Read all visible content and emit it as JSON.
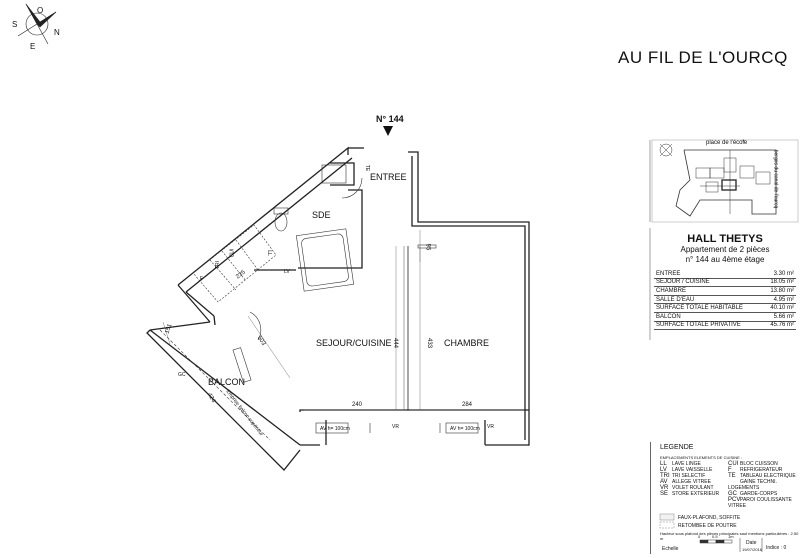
{
  "project_title": "AU FIL DE L'OURCQ",
  "unit_marker": "N° 144",
  "compass": {
    "n": "N",
    "s": "S",
    "e": "E",
    "o": "O"
  },
  "rooms": {
    "entree": "ENTREE",
    "sde": "SDE",
    "sejour": "SEJOUR/CUISINE",
    "chambre": "CHAMBRE",
    "balcon": "BALCON"
  },
  "fixtures": {
    "te": "TE",
    "ll": "LL",
    "lv": "LV",
    "f": "F",
    "tri": "TRI",
    "cui": "CUI",
    "gc": "GC",
    "av1": "AV h= 100cm",
    "av2": "AV h= 100cm",
    "vr1": "VR",
    "vr2": "VR",
    "balcon_note": "Emprise balcon supérieur"
  },
  "dimensions": {
    "d240": "240",
    "d284": "284",
    "d444": "444",
    "d433": "433",
    "d503": "503",
    "d151": "151",
    "d235": "235",
    "d95": "95",
    "d424": "424"
  },
  "keyplan": {
    "street_top": "place de l'école",
    "street_right": "berges du canal de l'ourcq"
  },
  "hall": {
    "name": "HALL THETYS",
    "type": "Appartement de 2 pièces",
    "floor": "n° 144 au 4ème étage"
  },
  "areas": [
    {
      "label": "ENTREE",
      "value": "3.30 m²",
      "sep": false
    },
    {
      "label": "SEJOUR / CUISINE",
      "value": "18.05 m²",
      "sep": false
    },
    {
      "label": "CHAMBRE",
      "value": "13.80 m²",
      "sep": false
    },
    {
      "label": "SALLE D'EAU",
      "value": "4.95 m²",
      "sep": false
    },
    {
      "label": "SURFACE TOTALE HABITABLE",
      "value": "40.10 m²",
      "sep": true
    },
    {
      "label": "BALCON",
      "value": "5.66 m²",
      "sep": true
    },
    {
      "label": "SURFACE TOTALE PRIVATIVE",
      "value": "45.76 m²",
      "sep": true
    }
  ],
  "legend": {
    "title": "LEGENDE",
    "subtitle": "EMPLACEMENTS ELEMENTS DE CUISINE :",
    "left": [
      {
        "code": "LL",
        "text": "LAVE LINGE"
      },
      {
        "code": "LV",
        "text": "LAVE VAISSELLE"
      },
      {
        "code": "TRI",
        "text": "TRI SELECTIF"
      },
      {
        "code": "AV",
        "text": "ALLEGE VITREE"
      },
      {
        "code": "VR",
        "text": "VOLET ROULANT"
      },
      {
        "code": "SE",
        "text": "STORE EXTERIEUR"
      }
    ],
    "right": [
      {
        "code": "CUI",
        "text": "BLOC CUISSON"
      },
      {
        "code": "F",
        "text": "REFRIGERATEUR"
      },
      {
        "code": "TE",
        "text": "TABLEAU ELECTRIQUE"
      },
      {
        "code": "",
        "text": "GAINE TECHNI. LOGEMENTS"
      },
      {
        "code": "GC",
        "text": "GARDE-CORPS"
      },
      {
        "code": "PCV",
        "text": "PAROI COULISSANTE VITREE"
      }
    ],
    "faux_plafond": "FAUX-PLAFOND, SOFFITE",
    "retombee": "RETOMBEE DE POUTRE",
    "note": "Hauteur sous plafond des pièces principales sauf mentions particulières : 2.50 m"
  },
  "footer": {
    "echelle": "Echelle",
    "scale_0": "0",
    "scale_mid": "0.5",
    "scale_end": "1m",
    "date_label": "Date",
    "date": "19/07/2016",
    "indice": "Indice : 0"
  }
}
